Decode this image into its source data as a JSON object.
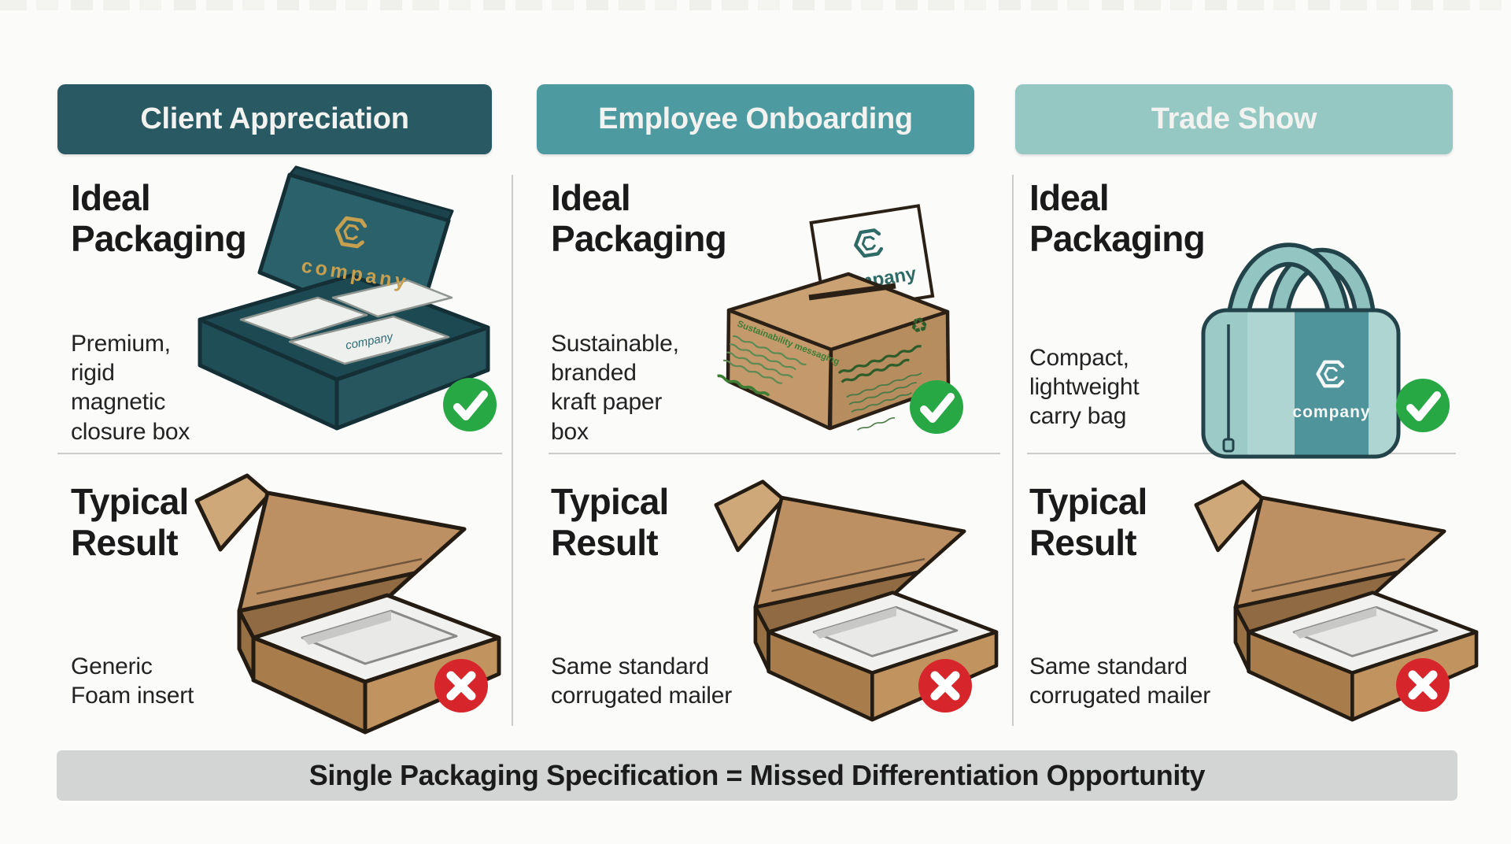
{
  "banner": {
    "text": "Single Packaging Specification = Missed Differentiation Opportunity"
  },
  "columns": [
    {
      "header": "Client Appreciation",
      "ideal": {
        "title": "Ideal\nPackaging",
        "desc": "Premium,\nrigid\nmagnetic\nclosure box",
        "verdict": "check"
      },
      "typical": {
        "title": "Typical\nResult",
        "desc": "Generic\nFoam insert",
        "verdict": "cross"
      },
      "illustration": {
        "name": "magnetic-closure-box",
        "brand": "company",
        "tissue_brand": "company"
      }
    },
    {
      "header": "Employee Onboarding",
      "ideal": {
        "title": "Ideal\nPackaging",
        "desc": "Sustainable,\nbranded\nkraft paper\nbox",
        "verdict": "check"
      },
      "typical": {
        "title": "Typical\nResult",
        "desc": "Same standard\ncorrugated mailer",
        "verdict": "cross"
      },
      "illustration": {
        "name": "kraft-paper-box",
        "brand": "company",
        "box_headline": "Sustainability messaging",
        "recycle_symbol": "♻"
      }
    },
    {
      "header": "Trade Show",
      "ideal": {
        "title": "Ideal\nPackaging",
        "desc": "Compact,\nlightweight\ncarry bag",
        "verdict": "check"
      },
      "typical": {
        "title": "Typical\nResult",
        "desc": "Same standard\ncorrugated mailer",
        "verdict": "cross"
      },
      "illustration": {
        "name": "carry-bag",
        "brand": "company"
      }
    }
  ],
  "colors": {
    "header_1": "#295962",
    "header_2": "#4d9aa1",
    "header_3": "#95c8c2",
    "check_green": "#27a844",
    "cross_red": "#d7262b",
    "banner_bg": "#d3d5d4"
  }
}
